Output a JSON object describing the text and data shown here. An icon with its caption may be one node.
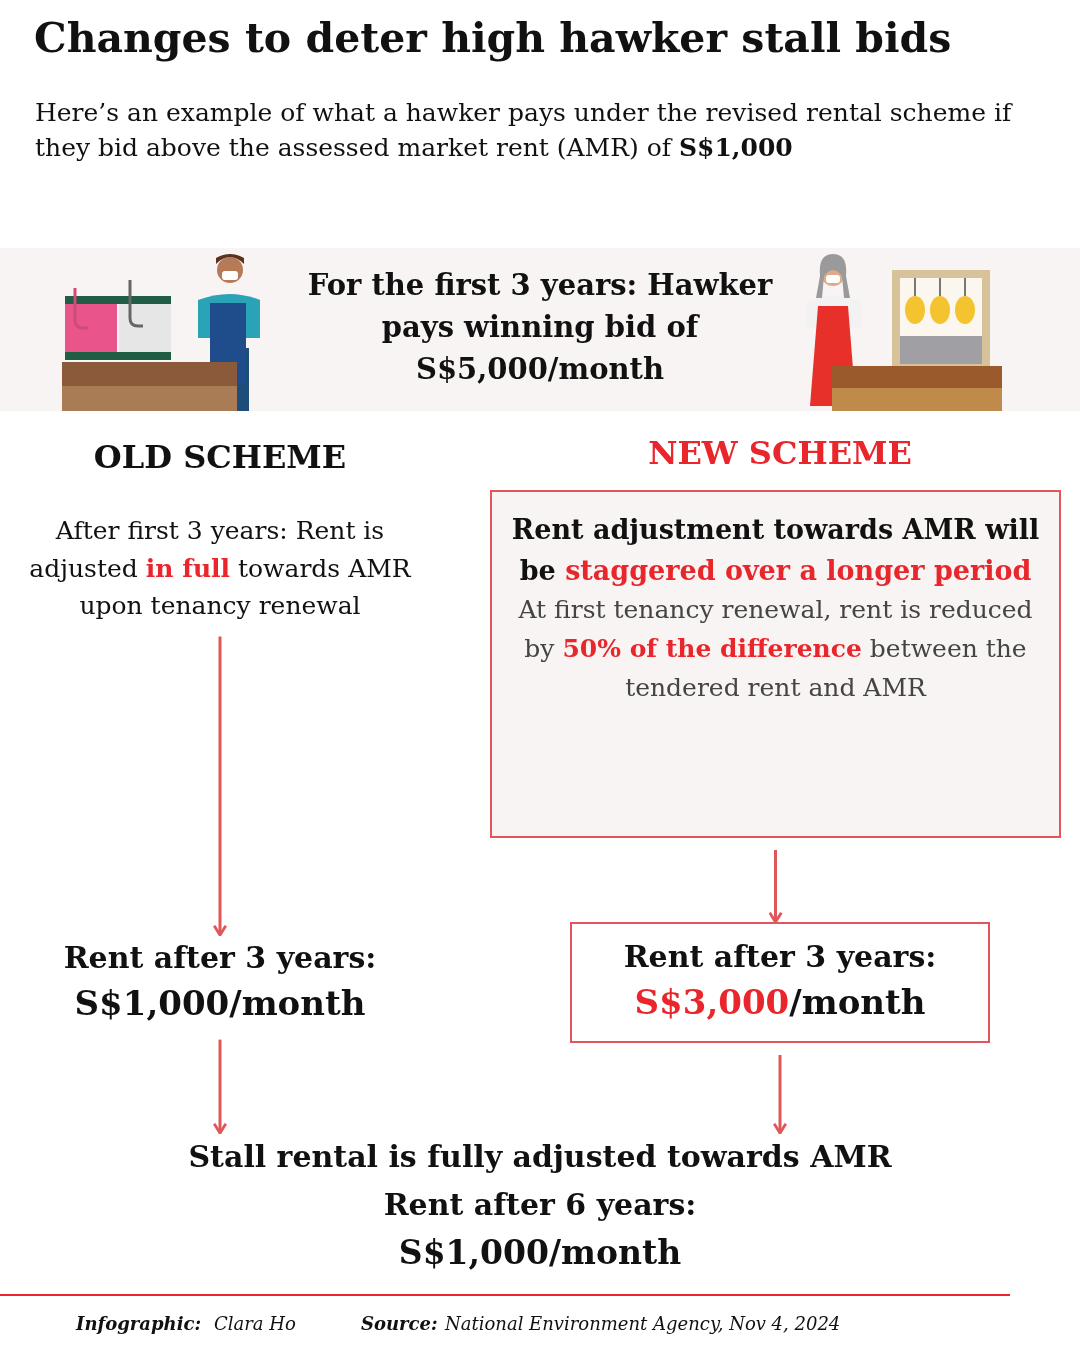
{
  "diagram": {
    "title": "Changes to deter high hawker stall bids",
    "nodes": [
      {
        "text": [
          "For the first 3 years: Hawker pays winning bid of S$5,000/month"
        ]
      },
      {
        "text": [
          "After first 3 years: Rent is adjusted **in full** towards AMR upon tenancy renewal"
        ]
      },
      {
        "text": [
          "Rent adjustment towards AMR will be **staggered over a longer period**",
          "At first tenancy renewal, rent is reduced by **50% of the difference** between the tendered rent and AMR"
        ]
      },
      {
        "text": [
          "Rent after 3 years:",
          "S$1,000/month"
        ]
      },
      {
        "text": [
          "Rent after 3 years:",
          "**S$3,000**/month"
        ]
      },
      {
        "text": [
          "Stall rental is fully adjusted towards AMR",
          "Rent after 6 years:",
          "S$1,000/month"
        ]
      }
    ],
    "edges": [
      {
        "from": 1,
        "to": 3,
        "arrow": "to"
      },
      {
        "from": 2,
        "to": 4,
        "arrow": "to"
      },
      {
        "from": 3,
        "to": 5,
        "arrow": "to"
      },
      {
        "from": 4,
        "to": 5,
        "arrow": "to"
      }
    ],
    "labels": [
      "Here’s an example of what a hawker pays under the revised rental scheme if they bid above the assessed market rent (AMR) of **S$1,000**",
      "OLD SCHEME",
      "NEW SCHEME",
      "Infographic:",
      "Clara Ho",
      "Source:",
      "National Environment Agency, Nov 4, 2024"
    ]
  }
}
